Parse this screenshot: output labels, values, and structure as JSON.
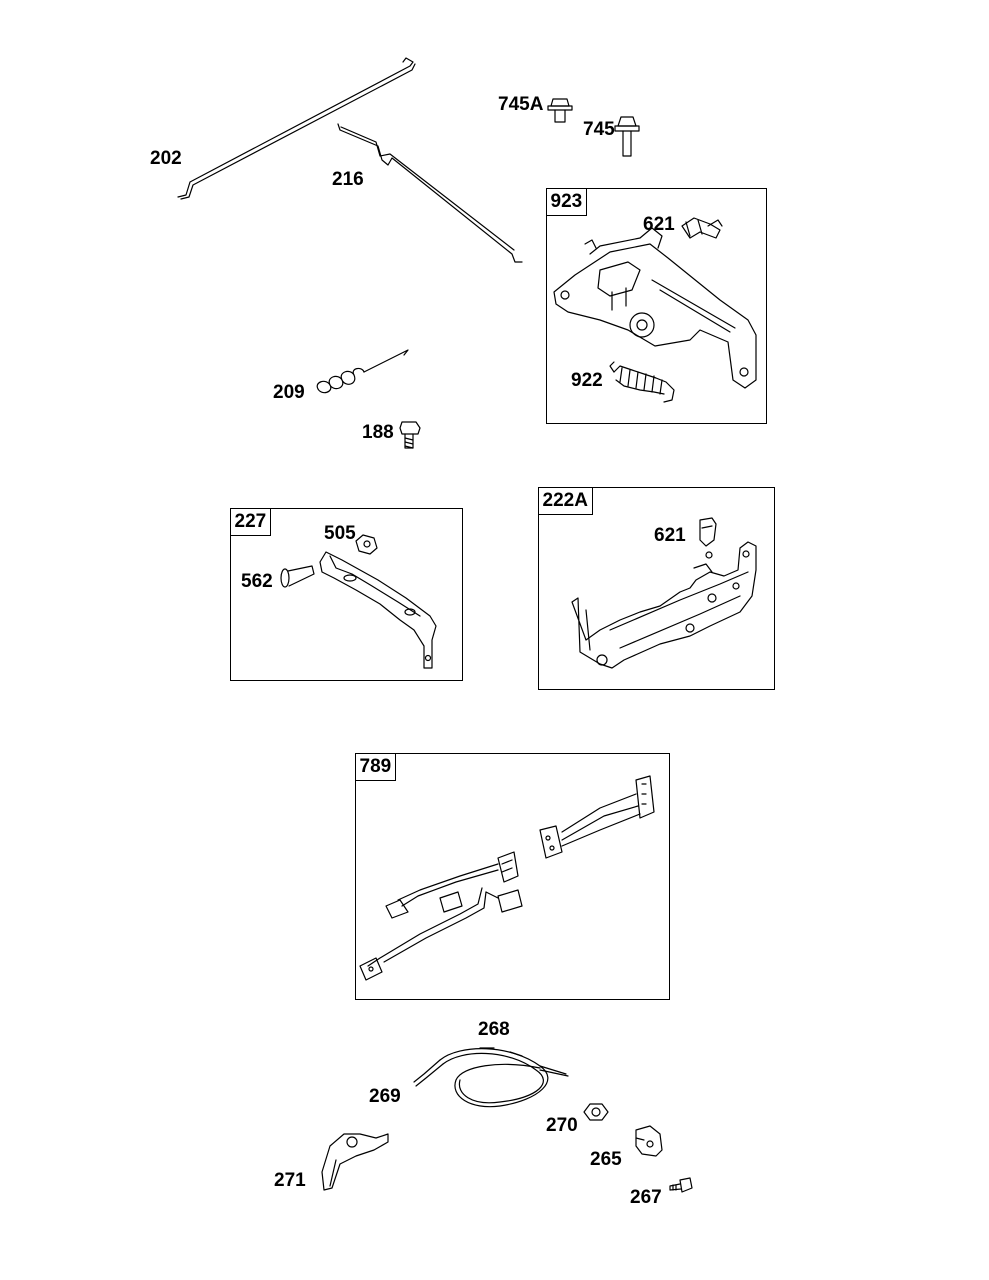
{
  "parts": {
    "p202": "202",
    "p216": "216",
    "p745a": "745A",
    "p745": "745",
    "p209": "209",
    "p188": "188",
    "p923": "923",
    "p621a": "621",
    "p922": "922",
    "p227": "227",
    "p505": "505",
    "p562": "562",
    "p222a": "222A",
    "p621b": "621",
    "p789": "789",
    "p268": "268",
    "p269": "269",
    "p270": "270",
    "p265": "265",
    "p271": "271",
    "p267": "267"
  }
}
